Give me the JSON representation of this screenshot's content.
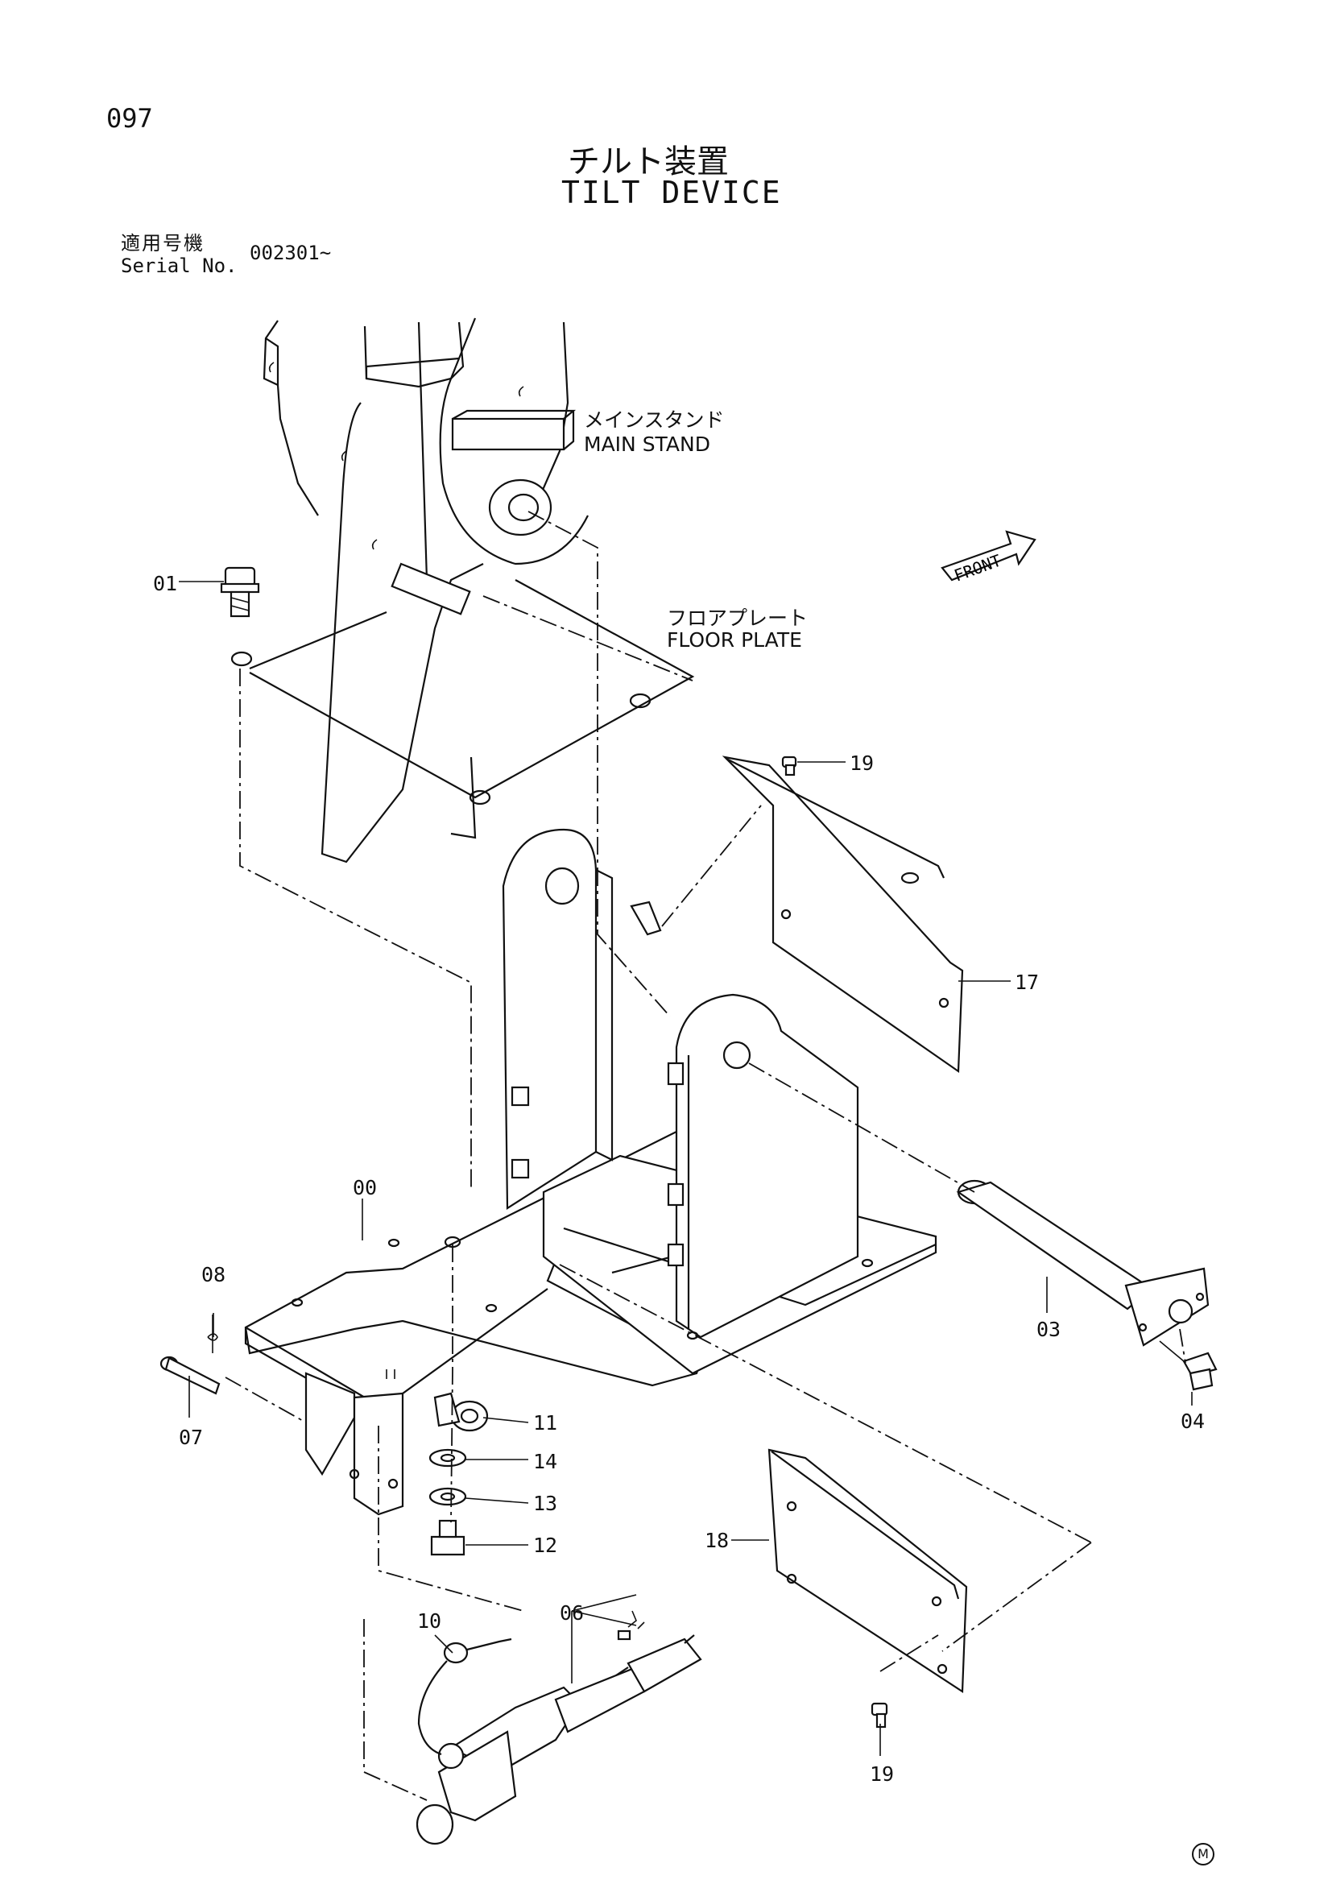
{
  "header": {
    "page_number": "097",
    "title_jp": "チルト装置",
    "title_en": "TILT DEVICE",
    "serial_label_jp": "適用号機",
    "serial_label_en": "Serial No.",
    "serial_value": "002301~"
  },
  "callouts": {
    "main_stand_jp": "メインスタンド",
    "main_stand_en": "MAIN STAND",
    "floor_plate_jp": "フロアプレート",
    "floor_plate_en": "FLOOR PLATE",
    "front": "FRONT"
  },
  "parts": {
    "p00": "00",
    "p01": "01",
    "p03": "03",
    "p04": "04",
    "p06": "06",
    "p07": "07",
    "p08": "08",
    "p10": "10",
    "p11": "11",
    "p12": "12",
    "p13": "13",
    "p14": "14",
    "p17": "17",
    "p18": "18",
    "p19a": "19",
    "p19b": "19"
  },
  "footer": {
    "mark": "M"
  }
}
